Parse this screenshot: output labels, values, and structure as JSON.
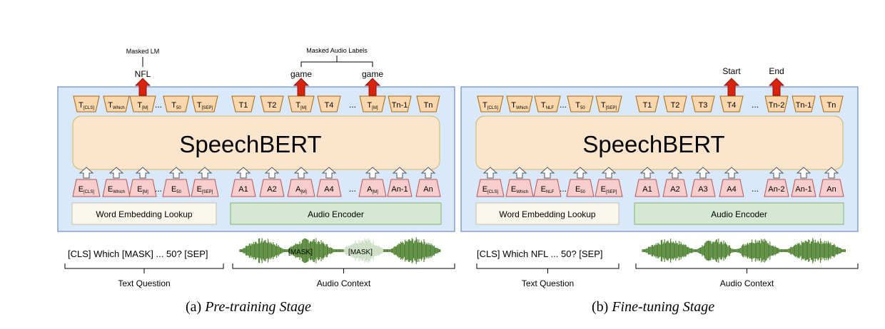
{
  "panels": [
    {
      "model": "SpeechBERT",
      "word_embedding": "Word Embedding Lookup",
      "audio_encoder": "Audio Encoder",
      "text_tokens": [
        {
          "m": "T",
          "s": "[CLS]"
        },
        {
          "m": "T",
          "s": "Which"
        },
        {
          "m": "T",
          "s": "[M]"
        },
        {
          "m": "…",
          "s": ""
        },
        {
          "m": "T",
          "s": "50"
        },
        {
          "m": "T",
          "s": "[SEP]"
        }
      ],
      "audio_tokens": [
        {
          "m": "T1",
          "s": ""
        },
        {
          "m": "T2",
          "s": ""
        },
        {
          "m": "T",
          "s": "[M]"
        },
        {
          "m": "T4",
          "s": ""
        },
        {
          "m": "…",
          "s": ""
        },
        {
          "m": "T",
          "s": "[M]"
        },
        {
          "m": "Tn-1",
          "s": ""
        },
        {
          "m": "Tn",
          "s": ""
        }
      ],
      "text_embeds": [
        {
          "m": "E",
          "s": "[CLS]"
        },
        {
          "m": "E",
          "s": "Which"
        },
        {
          "m": "E",
          "s": "[M]"
        },
        {
          "m": "…",
          "s": ""
        },
        {
          "m": "E",
          "s": "50"
        },
        {
          "m": "E",
          "s": "[SEP]"
        }
      ],
      "audio_embeds": [
        {
          "m": "A1",
          "s": ""
        },
        {
          "m": "A2",
          "s": ""
        },
        {
          "m": "A",
          "s": "[M]"
        },
        {
          "m": "A4",
          "s": ""
        },
        {
          "m": "…",
          "s": ""
        },
        {
          "m": "A",
          "s": "[M]"
        },
        {
          "m": "An-1",
          "s": ""
        },
        {
          "m": "An",
          "s": ""
        }
      ],
      "text_input": "[CLS] Which [MASK] ...  50? [SEP]",
      "mask_labels": [
        "[MASK]",
        "[MASK]"
      ],
      "text_label": "Text Question",
      "audio_label": "Audio Context",
      "caption_prefix": "(a) ",
      "caption_stage": "Pre-training Stage",
      "outputs": [
        {
          "group": "text",
          "index": 2,
          "word": "NFL"
        },
        {
          "group": "audio",
          "index": 2,
          "word": "game"
        },
        {
          "group": "audio",
          "index": 5,
          "word": "game"
        }
      ],
      "bracket_labels": {
        "masked_lm": "Masked LM",
        "masked_audio": "Masked Audio Labels"
      }
    },
    {
      "model": "SpeechBERT",
      "word_embedding": "Word Embedding Lookup",
      "audio_encoder": "Audio Encoder",
      "text_tokens": [
        {
          "m": "T",
          "s": "[CLS]"
        },
        {
          "m": "T",
          "s": "Which"
        },
        {
          "m": "T",
          "s": "NLF"
        },
        {
          "m": "…",
          "s": ""
        },
        {
          "m": "T",
          "s": "50"
        },
        {
          "m": "T",
          "s": "[SEP]"
        }
      ],
      "audio_tokens": [
        {
          "m": "T1",
          "s": ""
        },
        {
          "m": "T2",
          "s": ""
        },
        {
          "m": "T3",
          "s": ""
        },
        {
          "m": "T4",
          "s": ""
        },
        {
          "m": "…",
          "s": ""
        },
        {
          "m": "Tn-2",
          "s": ""
        },
        {
          "m": "Tn-1",
          "s": ""
        },
        {
          "m": "Tn",
          "s": ""
        }
      ],
      "text_embeds": [
        {
          "m": "E",
          "s": "[CLS]"
        },
        {
          "m": "E",
          "s": "Which"
        },
        {
          "m": "E",
          "s": "NLF"
        },
        {
          "m": "…",
          "s": ""
        },
        {
          "m": "E",
          "s": "50"
        },
        {
          "m": "E",
          "s": "[SEP]"
        }
      ],
      "audio_embeds": [
        {
          "m": "A1",
          "s": ""
        },
        {
          "m": "A2",
          "s": ""
        },
        {
          "m": "A3",
          "s": ""
        },
        {
          "m": "A4",
          "s": ""
        },
        {
          "m": "…",
          "s": ""
        },
        {
          "m": "An-2",
          "s": ""
        },
        {
          "m": "An-1",
          "s": ""
        },
        {
          "m": "An",
          "s": ""
        }
      ],
      "text_input": "[CLS] Which NFL ...  50? [SEP]",
      "mask_labels": [],
      "text_label": "Text Question",
      "audio_label": "Audio Context",
      "caption_prefix": "(b) ",
      "caption_stage": "Fine-tuning Stage",
      "outputs": [
        {
          "group": "audio",
          "index": 3,
          "word": "Start"
        },
        {
          "group": "audio",
          "index": 5,
          "word": "End"
        }
      ],
      "bracket_labels": {}
    }
  ],
  "colors": {
    "panel_bg": "#dae8fc",
    "panel_border": "#6c8ebf",
    "model_fill": "#fbe5cd",
    "model_border": "#d6b656",
    "token_fill": "#fad7ac",
    "token_border": "#b46504",
    "embed_fill": "#f8cecc",
    "embed_border": "#b85450",
    "word_fill": "#f9f7ed",
    "word_border": "#c9c2a0",
    "audio_fill": "#d5e8d4",
    "audio_border": "#82b366",
    "arrow_red": "#d9230f",
    "wave": "#4a7f2c"
  }
}
